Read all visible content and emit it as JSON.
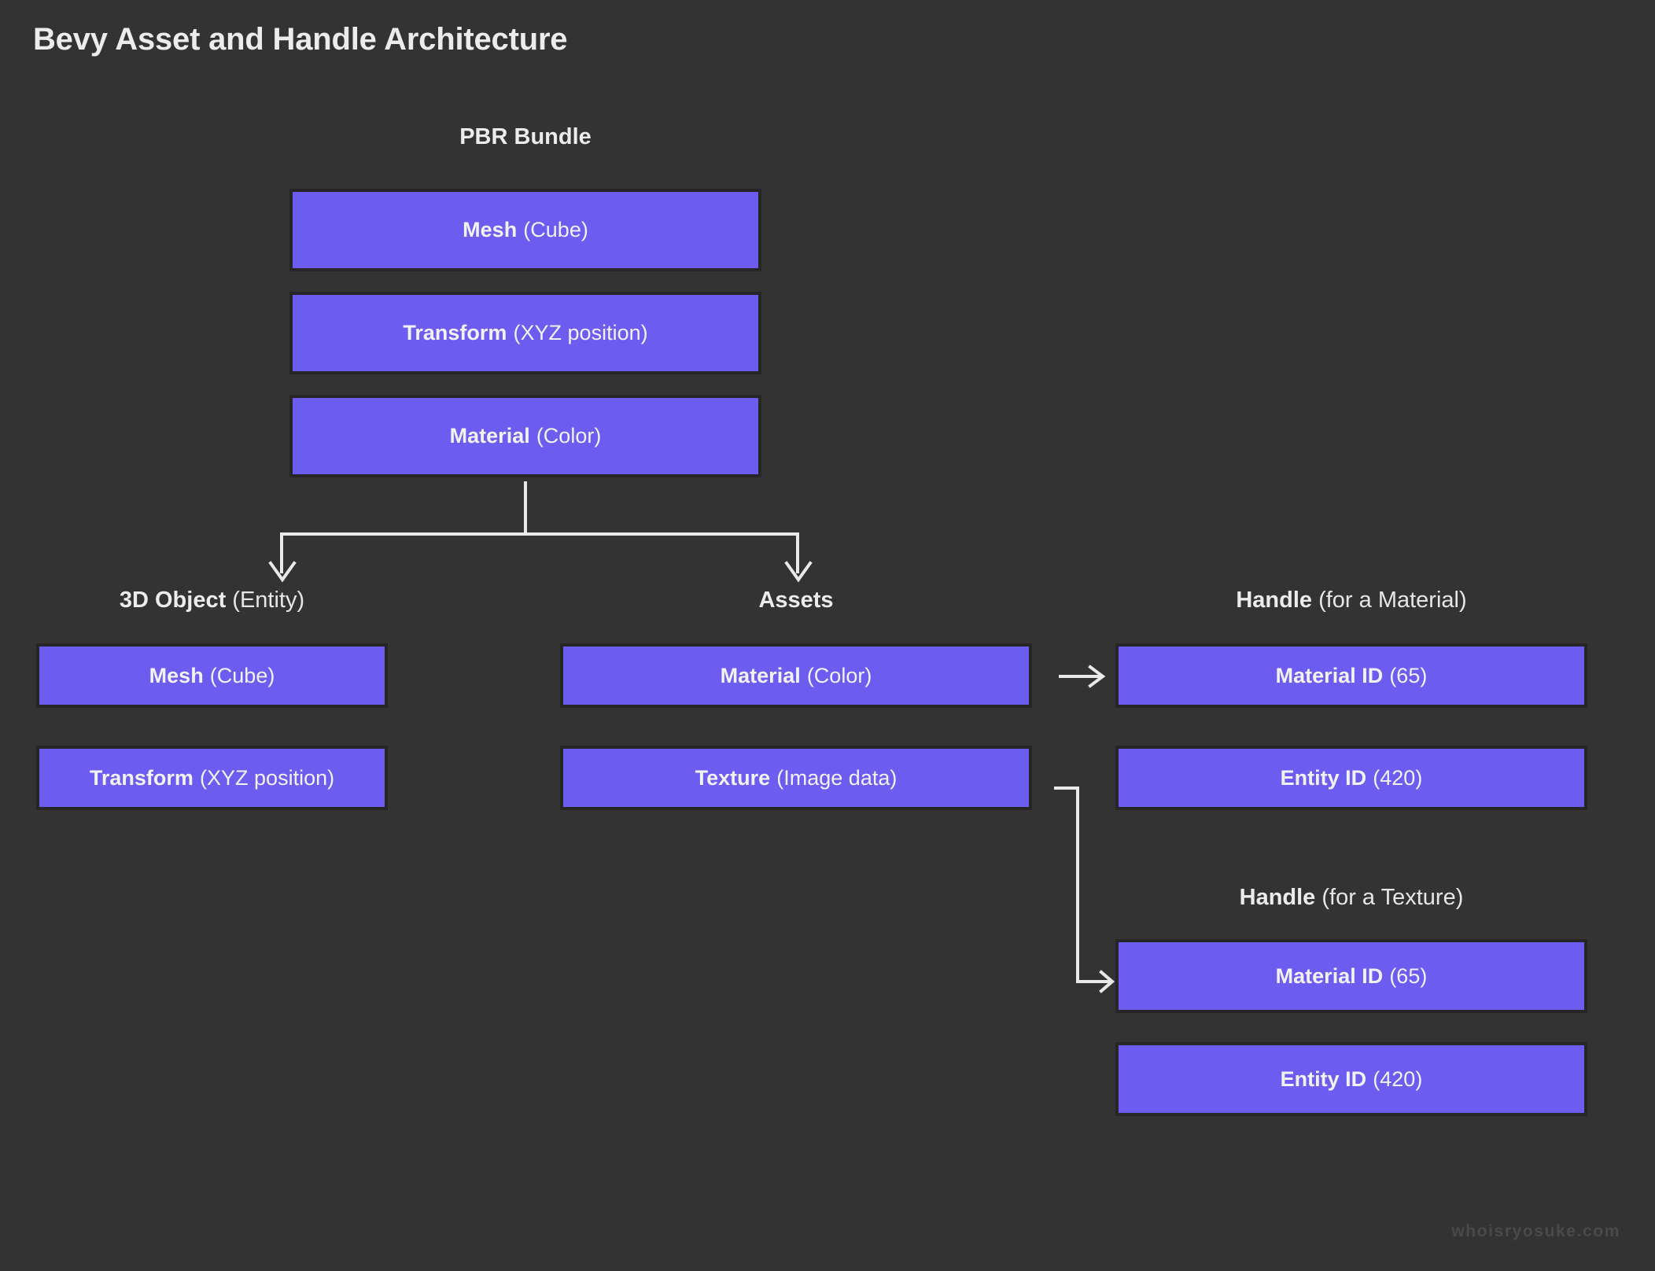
{
  "title": "Bevy Asset and Handle Architecture",
  "watermark": "whoisryosuke.com",
  "colors": {
    "background": "#333333",
    "node_fill": "#6c5cf0",
    "node_border": "#262626",
    "text": "#f2f2f2",
    "connector": "#e9e9e9",
    "watermark": "#4a4a4a"
  },
  "groups": {
    "pbr_bundle": {
      "label_bold": "PBR Bundle",
      "label_rest": "",
      "nodes": [
        {
          "bold": "Mesh",
          "rest": "(Cube)"
        },
        {
          "bold": "Transform",
          "rest": "(XYZ position)"
        },
        {
          "bold": "Material",
          "rest": "(Color)"
        }
      ]
    },
    "object_3d": {
      "label_bold": "3D Object",
      "label_rest": "(Entity)",
      "nodes": [
        {
          "bold": "Mesh",
          "rest": "(Cube)"
        },
        {
          "bold": "Transform",
          "rest": "(XYZ position)"
        }
      ]
    },
    "assets": {
      "label_bold": "Assets",
      "label_rest": "",
      "nodes": [
        {
          "bold": "Material",
          "rest": "(Color)"
        },
        {
          "bold": "Texture",
          "rest": "(Image data)"
        }
      ]
    },
    "handle_material": {
      "label_bold": "Handle",
      "label_rest": "(for a Material)",
      "nodes": [
        {
          "bold": "Material ID",
          "rest": "(65)"
        },
        {
          "bold": "Entity ID",
          "rest": "(420)"
        }
      ]
    },
    "handle_texture": {
      "label_bold": "Handle",
      "label_rest": "(for a Texture)",
      "nodes": [
        {
          "bold": "Material ID",
          "rest": "(65)"
        },
        {
          "bold": "Entity ID",
          "rest": "(420)"
        }
      ]
    }
  },
  "connectors": [
    {
      "name": "material-to-columns",
      "kind": "split-down",
      "from": "pbr-material",
      "to": [
        "3d-object",
        "assets"
      ]
    },
    {
      "name": "assets-material-to-handle",
      "kind": "arrow-right",
      "from": "assets-material",
      "to": "handle-material-id"
    },
    {
      "name": "assets-texture-to-handle-texture",
      "kind": "elbow-right-down-right",
      "from": "assets-texture",
      "to": "handle-texture-material-id"
    }
  ]
}
